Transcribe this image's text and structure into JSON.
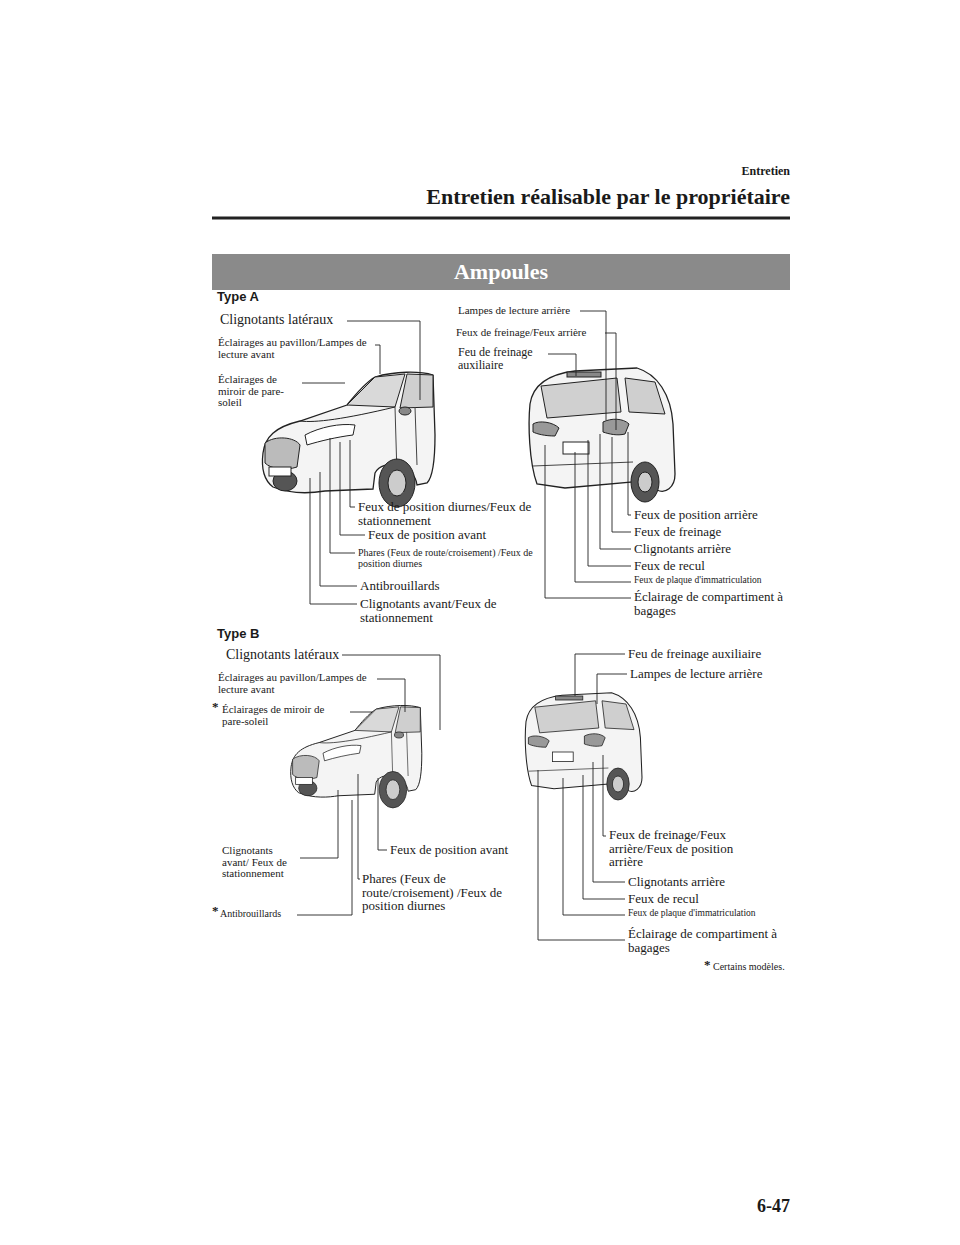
{
  "diagram": {
    "title": "Entretien réalisable par le propriétaire",
    "nodes": [
      {
        "text": [
          "Ampoules"
        ]
      }
    ],
    "labels": [
      "Entretien",
      "Type A",
      "Clignotants latéraux",
      "Éclairages au pavillon/Lampes de lecture avant",
      "Éclairages de miroir de pare-soleil",
      "Lampes de lecture arrière",
      "Feux de freinage/Feux arrière",
      "Feu de freinage auxiliaire",
      "Feux de position diurnes/Feux de stationnement",
      "Feux de position avant",
      "Phares (Feux de route/croisement) /Feux de position diurnes",
      "Antibrouillards",
      "Clignotants avant/Feux de stationnement",
      "Feux de position arrière",
      "Feux de freinage",
      "Clignotants arrière",
      "Feux de recul",
      "Feux de plaque d'immatriculation",
      "Éclairage de compartiment à bagages",
      "Type B",
      "Clignotants latéraux",
      "Éclairages au pavillon/Lampes de lecture avant",
      "*",
      "Éclairages de miroir de pare-soleil",
      "Feu de freinage auxiliaire",
      "Lampes de lecture arrière",
      "Clignotants avant/ Feux de stationnement",
      "Feux de position avant",
      "Phares (Feux de route/croisement) /Feux de position diurnes",
      "*",
      "Antibrouillards",
      "Feux de freinage/Feux arrière/Feux de position arrière",
      "Clignotants arrière",
      "Feux de recul",
      "Feux de plaque d'immatriculation",
      "Éclairage de compartiment à bagages",
      "*",
      "Certains modèles.",
      "6-47"
    ]
  }
}
